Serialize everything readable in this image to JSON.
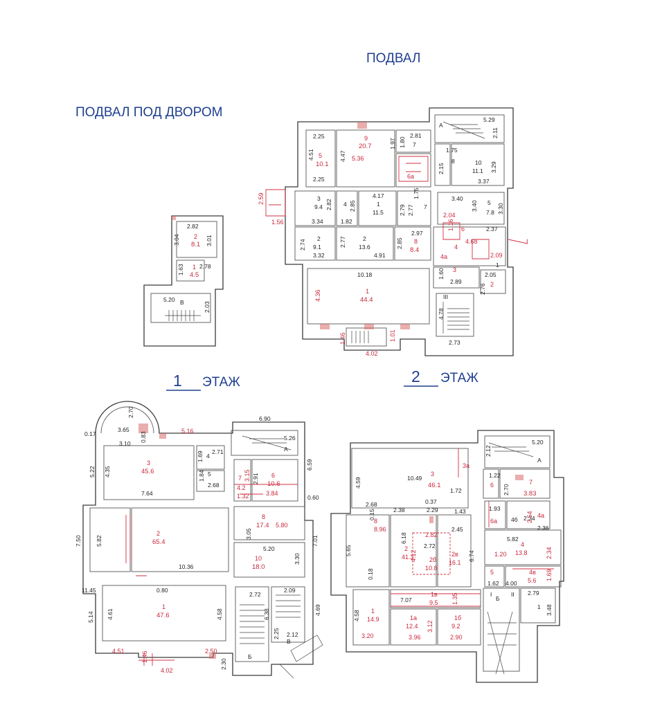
{
  "headings": {
    "basement": "ПОДВАЛ",
    "basement_yard": "ПОДВАЛ ПОД ДВОРОМ",
    "floor1_num": "1",
    "floor1_word": "ЭТАЖ",
    "floor2_num": "2",
    "floor2_word": "ЭТАЖ"
  },
  "yard_basement": {
    "rooms": [
      {
        "no": "2",
        "area": "8.1"
      },
      {
        "no": "1",
        "area": "4.5"
      }
    ],
    "dims": [
      "2.82",
      "3.04",
      "3.01",
      "1.63",
      "2.78",
      "5.20",
      "2.03"
    ],
    "labels": [
      "В"
    ]
  },
  "basement": {
    "rooms": [
      {
        "no": "5",
        "area": "10.1"
      },
      {
        "no": "9",
        "area": "20.7"
      },
      {
        "no": "7",
        "area": ""
      },
      {
        "no": "8",
        "area": ""
      },
      {
        "no": "10",
        "area": "11.1"
      },
      {
        "no": "3",
        "area": "9.4"
      },
      {
        "no": "4",
        "area": ""
      },
      {
        "no": "1",
        "area": "11.5"
      },
      {
        "no": "7",
        "area": ""
      },
      {
        "no": "5",
        "area": "7.8"
      },
      {
        "no": "2",
        "area": "9.1"
      },
      {
        "no": "2",
        "area": "13.6"
      },
      {
        "no": "8",
        "area": "8.4"
      },
      {
        "no": "6",
        "area": ""
      },
      {
        "no": "4",
        "area": ""
      },
      {
        "no": "3",
        "area": ""
      },
      {
        "no": "2",
        "area": ""
      },
      {
        "no": "1",
        "area": ""
      },
      {
        "no": "1",
        "area": "44.4"
      },
      {
        "no": "6а",
        "area": ""
      },
      {
        "no": "4а",
        "area": ""
      }
    ],
    "dims": [
      "2.25",
      "4.51",
      "4.47",
      "5.36",
      "1.97",
      "2.81",
      "1.80",
      "2.25",
      "5.29",
      "2.11",
      "1.75",
      "2.15",
      "3.29",
      "3.37",
      "2.82",
      "2.85",
      "4.17",
      "2.79",
      "2.77",
      "1.75",
      "3.34",
      "1.82",
      "3.40",
      "3.40",
      "3.30",
      "2.74",
      "3.32",
      "2.77",
      "4.91",
      "2.85",
      "2.97",
      "2.04",
      "2.37",
      "1.16",
      "4.68",
      "2.09",
      "2.89",
      "1.60",
      "2.05",
      "2.76",
      "10.18",
      "4.36",
      "4.78",
      "2.73",
      "1.46",
      "4.02",
      "2.59",
      "1.56",
      "1.01"
    ],
    "labels": [
      "А",
      "III",
      "I"
    ]
  },
  "floor1": {
    "rooms": [
      {
        "no": "3",
        "area": "45.6"
      },
      {
        "no": "4",
        "area": ""
      },
      {
        "no": "5",
        "area": ""
      },
      {
        "no": "7",
        "area": "4.2"
      },
      {
        "no": "6",
        "area": "10.6"
      },
      {
        "no": "8",
        "area": "17.4"
      },
      {
        "no": "2",
        "area": "65.4"
      },
      {
        "no": "10",
        "area": "18.0"
      },
      {
        "no": "1",
        "area": "47.6"
      }
    ],
    "dims": [
      "2.70",
      "3.65",
      "0.17",
      "3.10",
      "0.83",
      "5.16",
      "6.90",
      "5.26",
      "5.22",
      "4.35",
      "1.69",
      "2.71",
      "6.59",
      "1.84",
      "2.68",
      "7.64",
      "3.15",
      "2.91",
      "3.84",
      "1.32",
      "0.60",
      "7.50",
      "5.82",
      "3.05",
      "5.80",
      "7.01",
      "5.20",
      "3.30",
      "11.45",
      "0.80",
      "10.36",
      "2.72",
      "2.09",
      "5.14",
      "4.61",
      "4.58",
      "6.38",
      "4.69",
      "2.25",
      "2.12",
      "4.51",
      "2.50",
      "4.02",
      "1.46",
      "2.30"
    ],
    "labels": [
      "А",
      "Б",
      "В"
    ]
  },
  "floor2": {
    "rooms": [
      {
        "no": "3",
        "area": "46.1"
      },
      {
        "no": "3а",
        "area": ""
      },
      {
        "no": "6",
        "area": ""
      },
      {
        "no": "7",
        "area": "3.83"
      },
      {
        "no": "8",
        "area": "8.96"
      },
      {
        "no": "6а",
        "area": ""
      },
      {
        "no": "4б",
        "area": ""
      },
      {
        "no": "4а",
        "area": ""
      },
      {
        "no": "2",
        "area": "41.3"
      },
      {
        "no": "2б",
        "area": "10.8"
      },
      {
        "no": "2в",
        "area": "16.1"
      },
      {
        "no": "4",
        "area": "13.8"
      },
      {
        "no": "5",
        "area": ""
      },
      {
        "no": "4в",
        "area": "5.6"
      },
      {
        "no": "1",
        "area": "14.9"
      },
      {
        "no": "1в",
        "area": "9.5"
      },
      {
        "no": "1а",
        "area": "12.4"
      },
      {
        "no": "1б",
        "area": "9.2"
      },
      {
        "no": "1",
        "area": ""
      }
    ],
    "dims": [
      "5.20",
      "2.12",
      "4.59",
      "10.49",
      "2.68",
      "2.38",
      "0.37",
      "2.29",
      "1.72",
      "1.43",
      "1.22",
      "2.70",
      "1.93",
      "2.34",
      "2.54",
      "2.36",
      "0.15",
      "6.18",
      "2.82",
      "2.45",
      "5.82",
      "5.65",
      "2.72",
      "6.74",
      "4.12",
      "1.20",
      "2.34",
      "1.69",
      "4.00",
      "1.62",
      "0.18",
      "7.07",
      "1.35",
      "2.79",
      "3.48",
      "4.58",
      "3.20",
      "3.96",
      "3.12",
      "2.90"
    ],
    "labels": [
      "А",
      "Б",
      "II",
      "I"
    ]
  }
}
